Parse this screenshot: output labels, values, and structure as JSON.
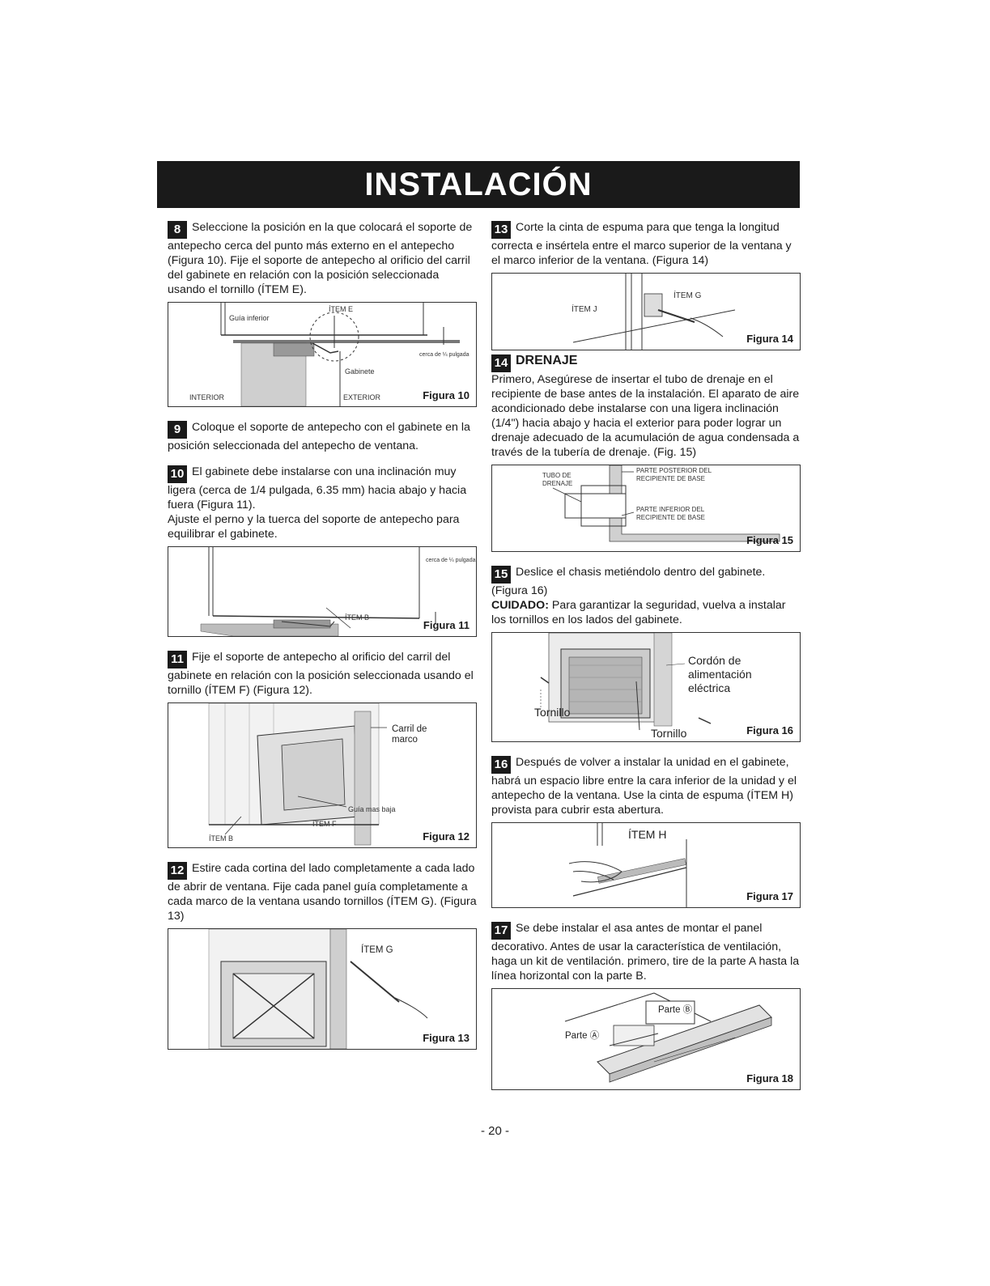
{
  "header": {
    "title": "INSTALACIÓN"
  },
  "steps": {
    "s8": {
      "num": "8",
      "text": "Seleccione la posición en la que colocará el soporte de antepecho cerca del punto más externo en el antepecho (Figura 10). Fije el soporte de antepecho al orificio del carril del gabinete en relación con la posición seleccionada usando el tornillo (ÍTEM E)."
    },
    "s9": {
      "num": "9",
      "text": "Coloque el soporte de antepecho con el gabinete en la posición seleccionada del antepecho de ventana."
    },
    "s10": {
      "num": "10",
      "text": "El gabinete debe instalarse con una inclinación muy ligera (cerca de 1/4 pulgada, 6.35 mm) hacia abajo y hacia fuera (Figura 11).",
      "text2": "Ajuste el perno y la tuerca del soporte de antepecho para equilibrar el gabinete."
    },
    "s11": {
      "num": "11",
      "text": "Fije el soporte de antepecho al orificio del carril del gabinete en relación con la posición seleccionada usando el tornillo (ÍTEM F) (Figura 12)."
    },
    "s12": {
      "num": "12",
      "text": "Estire cada cortina del lado completamente a cada lado de abrir de ventana. Fije cada panel guía completamente a cada marco de la ventana usando tornillos  (ÍTEM G). (Figura 13)"
    },
    "s13": {
      "num": "13",
      "text": "Corte la cinta de espuma para que tenga la longitud correcta e insértela entre el marco superior de la ventana y el marco inferior de la ventana. (Figura 14)"
    },
    "s14": {
      "num": "14",
      "title": "DRENAJE",
      "text": "Primero, Asegúrese de insertar el tubo de drenaje en el recipiente de base antes de la instalación. El aparato de aire acondicionado debe instalarse con una ligera inclinación (1/4\") hacia abajo y hacia el exterior para poder lograr un drenaje adecuado de la acumulación de agua condensada a través de la tubería de drenaje. (Fig. 15)"
    },
    "s15": {
      "num": "15",
      "text": "Deslice el chasis metiéndolo dentro del gabinete. (Figura 16)",
      "caution_label": "CUIDADO:",
      "caution_text": " Para garantizar la seguridad, vuelva a instalar los tornillos en los lados del gabinete."
    },
    "s16": {
      "num": "16",
      "text": "Después de volver a instalar la unidad en el gabinete, habrá un espacio libre entre la cara inferior de la unidad y el antepecho de la ventana. Use la cinta de espuma (ÍTEM H) provista para cubrir esta abertura."
    },
    "s17": {
      "num": "17",
      "text": "Se debe instalar el asa antes de montar el panel decorativo. Antes de usar la característica de ventilación, haga un kit de ventilación. primero, tire de la parte A hasta la línea horizontal con la parte B."
    }
  },
  "figures": {
    "f10": {
      "label": "Figura 10",
      "guia": "Guía inferior",
      "item": "ÍTEM E",
      "gabinete": "Gabinete",
      "interior": "INTERIOR",
      "exterior": "EXTERIOR",
      "cerca": "cerca de ¼ pulgada"
    },
    "f11": {
      "label": "Figura 11",
      "item": "ÍTEM B",
      "cerca": "cerca de ¼ pulgada"
    },
    "f12": {
      "label": "Figura 12",
      "carril": "Carril de marco",
      "guia": "Guía mas baja",
      "item_f": "ÍTEM F",
      "item_b": "ÍTEM B"
    },
    "f13": {
      "label": "Figura 13",
      "item": "ÍTEM G"
    },
    "f14": {
      "label": "Figura 14",
      "item_j": "ÍTEM J",
      "item_g": "ÍTEM G"
    },
    "f15": {
      "label": "Figura 15",
      "tubo": "TUBO DE DRENAJE",
      "posterior": "PARTE POSTERIOR DEL RECIPIENTE DE BASE",
      "inferior": "PARTE INFERIOR DEL RECIPIENTE DE BASE"
    },
    "f16": {
      "label": "Figura 16",
      "cordon": "Cordón de alimentación eléctrica",
      "tornillo1": "Tornillo",
      "tornillo2": "Tornillo"
    },
    "f17": {
      "label": "Figura 17",
      "item": "ÍTEM H"
    },
    "f18": {
      "label": "Figura 18",
      "parte_a": "Parte Ⓐ",
      "parte_b": "Parte Ⓑ"
    }
  },
  "footer": {
    "page": "- 20 -"
  },
  "colors": {
    "title_bg": "#1a1a1a",
    "title_text": "#ffffff"
  }
}
